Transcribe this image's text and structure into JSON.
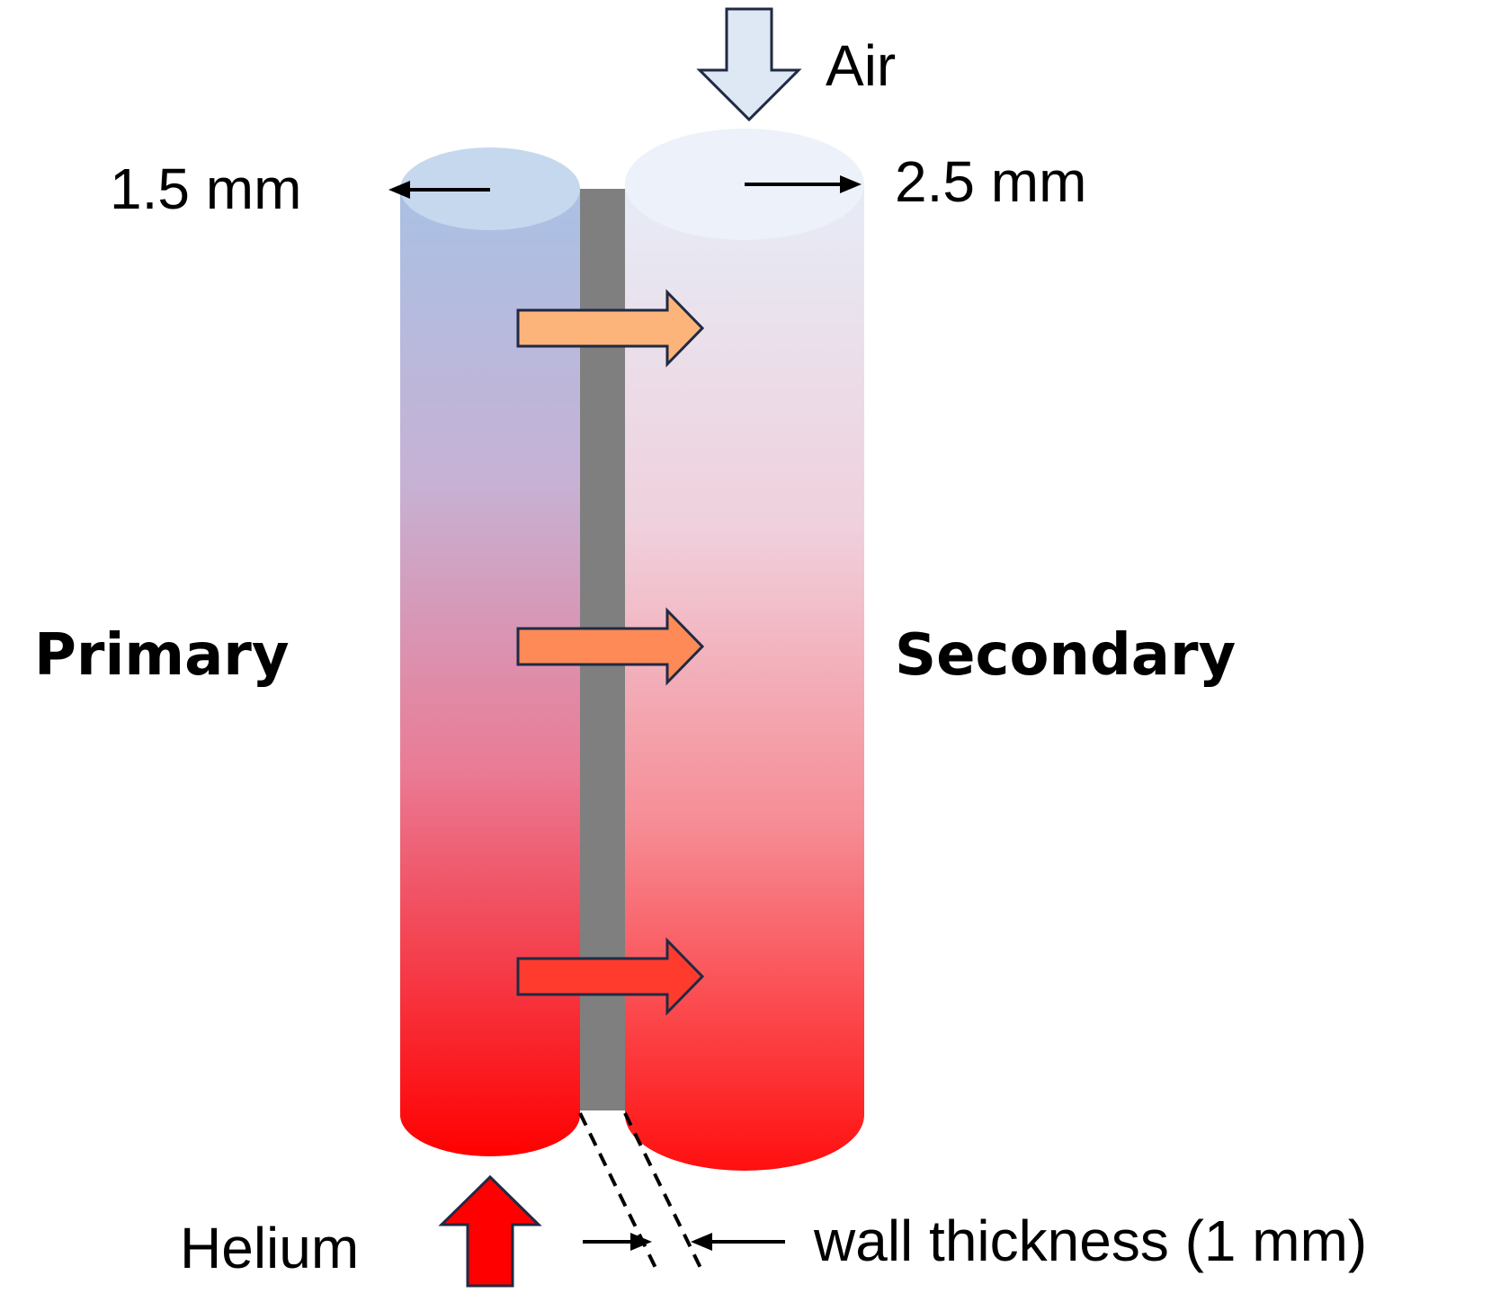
{
  "labels": {
    "air": "Air",
    "primary_diameter": "1.5 mm",
    "secondary_diameter": "2.5 mm",
    "primary": "Primary",
    "secondary": "Secondary",
    "helium": "Helium",
    "wall_thickness": "wall thickness (1 mm)"
  },
  "colors": {
    "primary_top": "#a9c1e4",
    "primary_bottom": "#ff0000",
    "secondary_top": "#e6ecf7",
    "secondary_bottom": "#ff0f0f",
    "wall": "#7f7f7f",
    "air_arrow_fill": "#dde8f4",
    "helium_arrow_fill": "#ff0000",
    "arrow_outline": "#1f2a44",
    "heat_arrow_top": "#fdb47a",
    "heat_arrow_middle": "#fd8a57",
    "heat_arrow_bottom": "#ff3b2e"
  }
}
